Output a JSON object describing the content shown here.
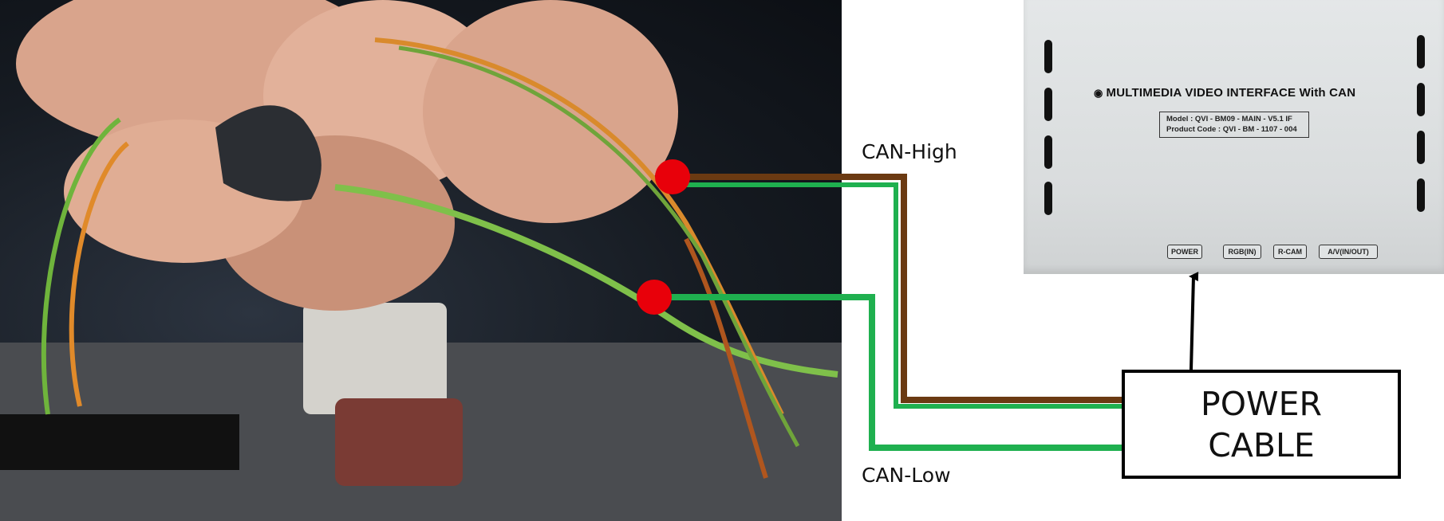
{
  "labels": {
    "can_high": "CAN-High",
    "can_low": "CAN-Low"
  },
  "power_box": {
    "line1": "POWER",
    "line2": "CABLE"
  },
  "device": {
    "title": "MULTIMEDIA VIDEO INTERFACE With CAN",
    "model_line": "Model : QVI - BM09 - MAIN - V5.1 IF",
    "product_line": "Product Code : QVI - BM - 1107 - 004",
    "ports": [
      "POWER",
      "RGB(IN)",
      "R-CAM",
      "A/V(IN/OUT)"
    ]
  },
  "colors": {
    "can_high_wire": "#6b3a12",
    "can_low_wire": "#1fb04f",
    "tap_point": "#e8000a",
    "box_border": "#000000"
  }
}
